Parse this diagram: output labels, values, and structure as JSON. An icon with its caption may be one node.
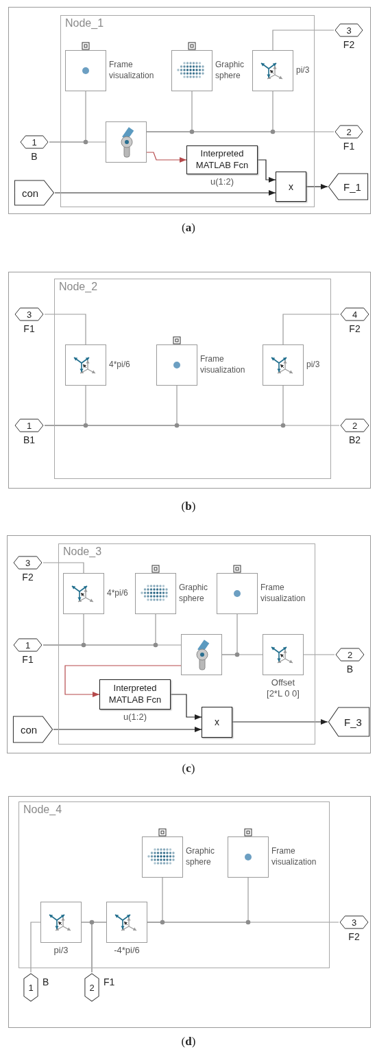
{
  "diagram": {
    "nodes": [
      {
        "text": [
          "Node_1"
        ]
      },
      {
        "text": [
          "1"
        ],
        "beside": [
          "B"
        ]
      },
      {
        "text": [
          "Frame visualization"
        ],
        "in": 0
      },
      {
        "text": [
          "Graphic sphere"
        ],
        "in": 0
      },
      {
        "text": [
          "pi/3"
        ],
        "in": 0
      },
      {
        "text": [
          "3"
        ],
        "beside": [
          "F2"
        ]
      },
      {
        "text": [],
        "shape": "box",
        "in": 0
      },
      {
        "text": [
          "2"
        ],
        "beside": [
          "F1"
        ]
      },
      {
        "text": [
          "Interpreted MATLAB Fcn"
        ],
        "beside": [
          "u(1:2)"
        ],
        "in": 0
      },
      {
        "text": [
          "con"
        ]
      },
      {
        "text": [
          "x"
        ],
        "in": 0
      },
      {
        "text": [
          "F_1"
        ]
      },
      {
        "text": [
          "Node_2"
        ]
      },
      {
        "text": [
          "3"
        ],
        "beside": [
          "F1"
        ]
      },
      {
        "text": [
          "4*pi/6"
        ],
        "in": 12
      },
      {
        "text": [
          "Frame visualization"
        ],
        "in": 12
      },
      {
        "text": [
          "pi/3"
        ],
        "in": 12
      },
      {
        "text": [
          "4"
        ],
        "beside": [
          "F2"
        ]
      },
      {
        "text": [
          "1"
        ],
        "beside": [
          "B1"
        ]
      },
      {
        "text": [
          "2"
        ],
        "beside": [
          "B2"
        ]
      },
      {
        "text": [
          "Node_3"
        ]
      },
      {
        "text": [
          "3"
        ],
        "beside": [
          "F2"
        ]
      },
      {
        "text": [
          "4*pi/6"
        ],
        "in": 20
      },
      {
        "text": [
          "Graphic sphere"
        ],
        "in": 20
      },
      {
        "text": [
          "Frame visualization"
        ],
        "in": 20
      },
      {
        "text": [
          "1"
        ],
        "beside": [
          "F1"
        ]
      },
      {
        "text": [],
        "shape": "box",
        "in": 20
      },
      {
        "text": [
          "Offset [2*L 0 0]"
        ],
        "in": 20
      },
      {
        "text": [
          "2"
        ],
        "beside": [
          "B"
        ]
      },
      {
        "text": [
          "Interpreted MATLAB Fcn"
        ],
        "beside": [
          "u(1:2)"
        ],
        "in": 20
      },
      {
        "text": [
          "con"
        ]
      },
      {
        "text": [
          "x"
        ],
        "in": 20
      },
      {
        "text": [
          "F_3"
        ]
      },
      {
        "text": [
          "Node_4"
        ]
      },
      {
        "text": [
          "Graphic sphere"
        ],
        "in": 33
      },
      {
        "text": [
          "Frame visualization"
        ],
        "in": 33
      },
      {
        "text": [
          "pi/3"
        ],
        "in": 33
      },
      {
        "text": [
          "-4*pi/6"
        ],
        "in": 33
      },
      {
        "text": [
          "3"
        ],
        "beside": [
          "F2"
        ]
      },
      {
        "text": [
          "1"
        ],
        "beside": [
          "B"
        ]
      },
      {
        "text": [
          "2"
        ],
        "beside": [
          "F1"
        ]
      }
    ],
    "edges": [
      {
        "from": 1,
        "to": 2,
        "arrow": "none"
      },
      {
        "from": 1,
        "to": 6,
        "arrow": "none"
      },
      {
        "from": 6,
        "to": 3,
        "arrow": "none"
      },
      {
        "from": 6,
        "to": 4,
        "arrow": "none"
      },
      {
        "from": 6,
        "to": 7,
        "arrow": "none"
      },
      {
        "from": 4,
        "to": 5,
        "arrow": "none"
      },
      {
        "from": 6,
        "to": 8,
        "arrow": "to",
        "color": "#b5494b"
      },
      {
        "from": 8,
        "to": 10,
        "arrow": "to",
        "color": "#222222"
      },
      {
        "from": 9,
        "to": 10,
        "arrow": "to",
        "color": "#222222"
      },
      {
        "from": 10,
        "to": 11,
        "arrow": "to",
        "color": "#222222"
      },
      {
        "from": 13,
        "to": 14,
        "arrow": "none"
      },
      {
        "from": 17,
        "to": 16,
        "arrow": "none"
      },
      {
        "from": 18,
        "to": 14,
        "arrow": "none"
      },
      {
        "from": 18,
        "to": 15,
        "arrow": "none"
      },
      {
        "from": 18,
        "to": 16,
        "arrow": "none"
      },
      {
        "from": 18,
        "to": 19,
        "arrow": "none"
      },
      {
        "from": 21,
        "to": 22,
        "arrow": "none"
      },
      {
        "from": 25,
        "to": 22,
        "arrow": "none"
      },
      {
        "from": 25,
        "to": 23,
        "arrow": "none"
      },
      {
        "from": 25,
        "to": 26,
        "arrow": "none"
      },
      {
        "from": 26,
        "to": 24,
        "arrow": "none"
      },
      {
        "from": 26,
        "to": 27,
        "arrow": "none"
      },
      {
        "from": 27,
        "to": 28,
        "arrow": "none"
      },
      {
        "from": 26,
        "to": 29,
        "arrow": "to",
        "color": "#b5494b"
      },
      {
        "from": 29,
        "to": 31,
        "arrow": "to",
        "color": "#222222"
      },
      {
        "from": 30,
        "to": 31,
        "arrow": "to",
        "color": "#222222"
      },
      {
        "from": 31,
        "to": 32,
        "arrow": "to",
        "color": "#222222"
      },
      {
        "from": 39,
        "to": 36,
        "arrow": "none"
      },
      {
        "from": 36,
        "to": 37,
        "arrow": "none"
      },
      {
        "from": 40,
        "to": 36,
        "arrow": "none"
      },
      {
        "from": 40,
        "to": 37,
        "arrow": "none"
      },
      {
        "from": 37,
        "to": 34,
        "arrow": "none"
      },
      {
        "from": 37,
        "to": 35,
        "arrow": "none"
      },
      {
        "from": 37,
        "to": 38,
        "arrow": "none"
      }
    ],
    "labels": [
      "(**a**)",
      "(**b**)",
      "(**c**)",
      "(**d**)"
    ]
  }
}
